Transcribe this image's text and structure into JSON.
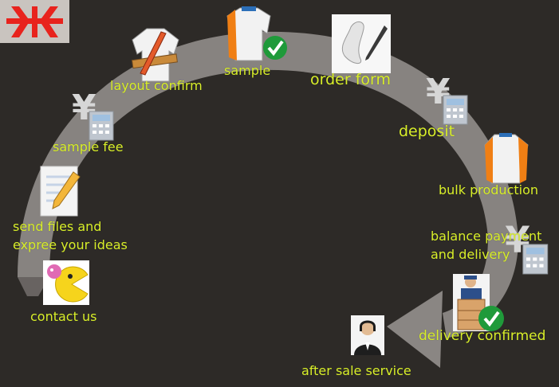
{
  "steps": [
    {
      "id": "contact",
      "label": "contact us",
      "icon": "pacman-icon"
    },
    {
      "id": "send_files",
      "label_line1": "send files and",
      "label_line2": "expree your ideas",
      "icon": "document-pencil-icon"
    },
    {
      "id": "sample_fee",
      "label": "sample fee",
      "icon": "yen-calculator-icon"
    },
    {
      "id": "layout_confirm",
      "label": "layout confirm",
      "icon": "jersey-ruler-icon"
    },
    {
      "id": "sample",
      "label": "sample",
      "icon": "jersey-checkmark-icon"
    },
    {
      "id": "order_form",
      "label": "order form",
      "icon": "paper-pen-icon"
    },
    {
      "id": "deposit",
      "label": "deposit",
      "icon": "yen-calculator-icon"
    },
    {
      "id": "bulk_production",
      "label": "bulk production",
      "icon": "jersey-icon"
    },
    {
      "id": "balance_payment",
      "label_line1": "balance payment",
      "label_line2": "and delivery",
      "icon": "yen-calculator-icon"
    },
    {
      "id": "delivery_confirmed",
      "label": "delivery confirmed",
      "icon": "courier-boxes-check-icon"
    },
    {
      "id": "after_sale",
      "label": "after sale service",
      "icon": "support-agent-icon"
    }
  ],
  "colors": {
    "background": "#2d2a27",
    "arc": "#8f8b88",
    "label": "#d9ef2a",
    "logo_red": "#e8231d",
    "check_green": "#1f9a3a",
    "jersey_orange": "#f07f14"
  }
}
